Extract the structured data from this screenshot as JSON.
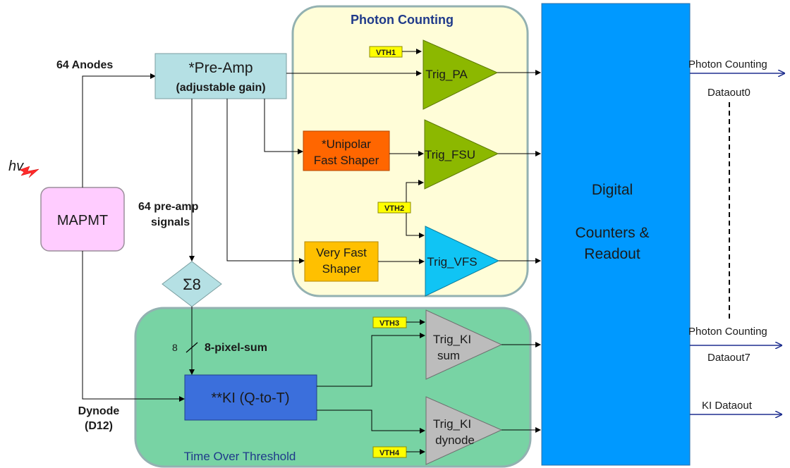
{
  "regions": {
    "photon_counting": "Photon Counting",
    "time_over_threshold": "Time Over Threshold"
  },
  "inputs": {
    "hv": "hv",
    "mapmt": "MAPMT",
    "anodes": "64 Anodes",
    "preamp_signals_1": "64 pre-amp",
    "preamp_signals_2": "signals",
    "dynode_1": "Dynode",
    "dynode_2": "(D12)"
  },
  "blocks": {
    "preamp_1": "*Pre-Amp",
    "preamp_2": "(adjustable gain)",
    "unipolar_1": "*Unipolar",
    "unipolar_2": "Fast Shaper",
    "vfs_1": "Very Fast",
    "vfs_2": "Shaper",
    "sum8": "Σ8",
    "bus_width": "8",
    "pixel_sum": "8-pixel-sum",
    "ki": "**KI (Q-to-T)",
    "digital_1": "Digital",
    "digital_2": "Counters &",
    "digital_3": "Readout"
  },
  "thresholds": {
    "vth1": "VTH1",
    "vth2": "VTH2",
    "vth3": "VTH3",
    "vth4": "VTH4"
  },
  "triggers": {
    "pa": "Trig_PA",
    "fsu": "Trig_FSU",
    "vfs": "Trig_VFS",
    "ki_sum_1": "Trig_KI",
    "ki_sum_2": "sum",
    "ki_dyn_1": "Trig_KI",
    "ki_dyn_2": "dynode"
  },
  "outputs": {
    "pc0_label": "Photon Counting",
    "pc0_sub": "Dataout0",
    "pc7_label": "Photon Counting",
    "pc7_sub": "Dataout7",
    "ki_label": "KI Dataout"
  },
  "colors": {
    "photon_region": "#fffdd8",
    "tot_region": "#78d3a4",
    "region_border": "#93b1b1",
    "preamp": "#b5e0e4",
    "unipolar": "#ff6600",
    "vfs_shaper": "#ffc000",
    "ki_block": "#3b6fdc",
    "digital": "#0099ff",
    "trig_green": "#8cb800",
    "trig_cyan": "#10c4f4",
    "trig_gray": "#bcbcbc",
    "vth": "#ffff00",
    "mapmt": "#ffccff",
    "output_arrow": "#1f2f8f",
    "region_title": "#1f3a8a"
  }
}
